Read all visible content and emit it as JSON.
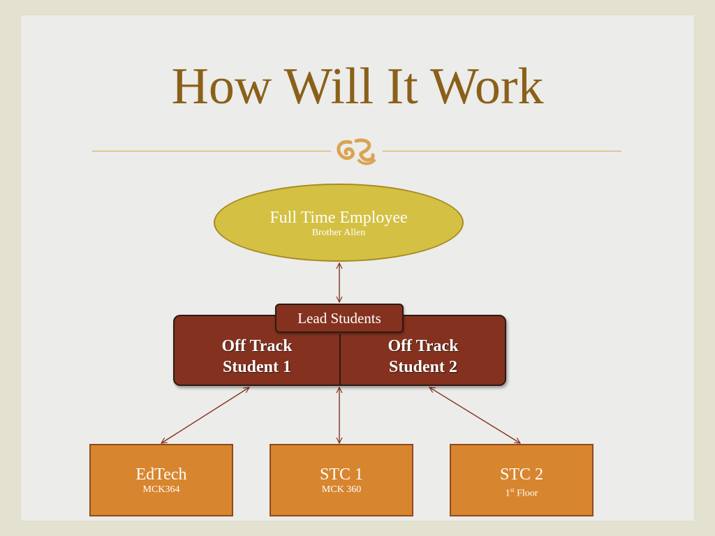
{
  "slide": {
    "title": "How Will It Work"
  },
  "colors": {
    "background": "#e3e1d0",
    "title": "#8a6019",
    "accent_line": "#d9a450",
    "ellipse_fill": "#d4c043",
    "group_fill": "#84321f",
    "box_fill": "#d8852f",
    "connector": "#84321f"
  },
  "diagram": {
    "top": {
      "label": "Full Time Employee",
      "sublabel": "Brother Allen"
    },
    "group": {
      "label": "Lead Students",
      "members": [
        {
          "line1": "Off Track",
          "line2": "Student 1"
        },
        {
          "line1": "Off Track",
          "line2": "Student 2"
        }
      ]
    },
    "locations": [
      {
        "label": "EdTech",
        "sublabel": "MCK364"
      },
      {
        "label": "STC 1",
        "sublabel": "MCK 360"
      },
      {
        "label": "STC 2",
        "sublabel_ordinal": "1",
        "sublabel_suffix": "st",
        "sublabel_rest": " Floor"
      }
    ]
  }
}
